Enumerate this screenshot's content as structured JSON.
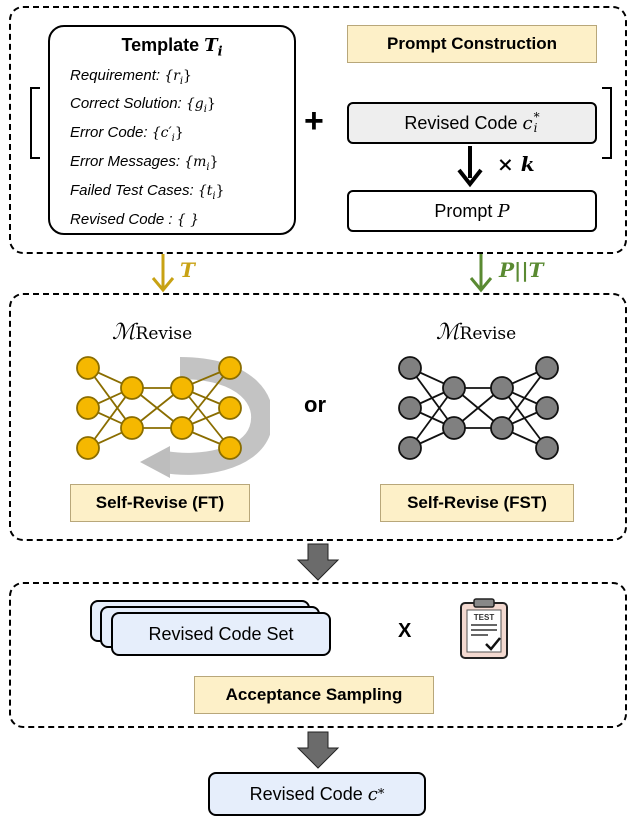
{
  "template": {
    "title": "Template",
    "title_symbol": "T",
    "title_subscript": "i",
    "lines": [
      {
        "label": "Requirement:",
        "var": "{r",
        "sub": "i",
        "close": "}"
      },
      {
        "label": "Correct Solution:",
        "var": "{g",
        "sub": "i",
        "close": "}"
      },
      {
        "label": "Error Code:",
        "var": "{c′",
        "sub": "i",
        "close": "}"
      },
      {
        "label": "Error Messages:",
        "var": "{m",
        "sub": "i",
        "close": "}"
      },
      {
        "label": "Failed Test Cases:",
        "var": "{t",
        "sub": "i",
        "close": "}"
      },
      {
        "label": "Revised Code :",
        "var": "{ }",
        "sub": "",
        "close": ""
      }
    ]
  },
  "prompt_construction": {
    "title": "Prompt Construction",
    "plus": "+",
    "revised_code_label": "Revised Code",
    "revised_code_symbol": "c",
    "revised_code_sub": "i",
    "revised_code_sup": "*",
    "times_k": "× k",
    "prompt_label": "Prompt",
    "prompt_symbol": "P"
  },
  "arrows": {
    "left_label": "T",
    "right_label": "P||T",
    "left_color": "#c8a214",
    "right_color": "#5a8a32"
  },
  "models": {
    "left_symbol": "ℳ",
    "left_subscript": "Revise",
    "right_symbol": "ℳ",
    "right_subscript": "Revise",
    "or": "or",
    "left_caption": "Self-Revise (FT)",
    "right_caption": "Self-Revise (FST)",
    "left_node_color": "#f5b800",
    "right_node_color": "#808080"
  },
  "sampling": {
    "code_set_label": "Revised Code Set",
    "times": "X",
    "test_label": "TEST",
    "caption": "Acceptance Sampling"
  },
  "output": {
    "label": "Revised Code",
    "symbol": "c",
    "sup": "*"
  }
}
